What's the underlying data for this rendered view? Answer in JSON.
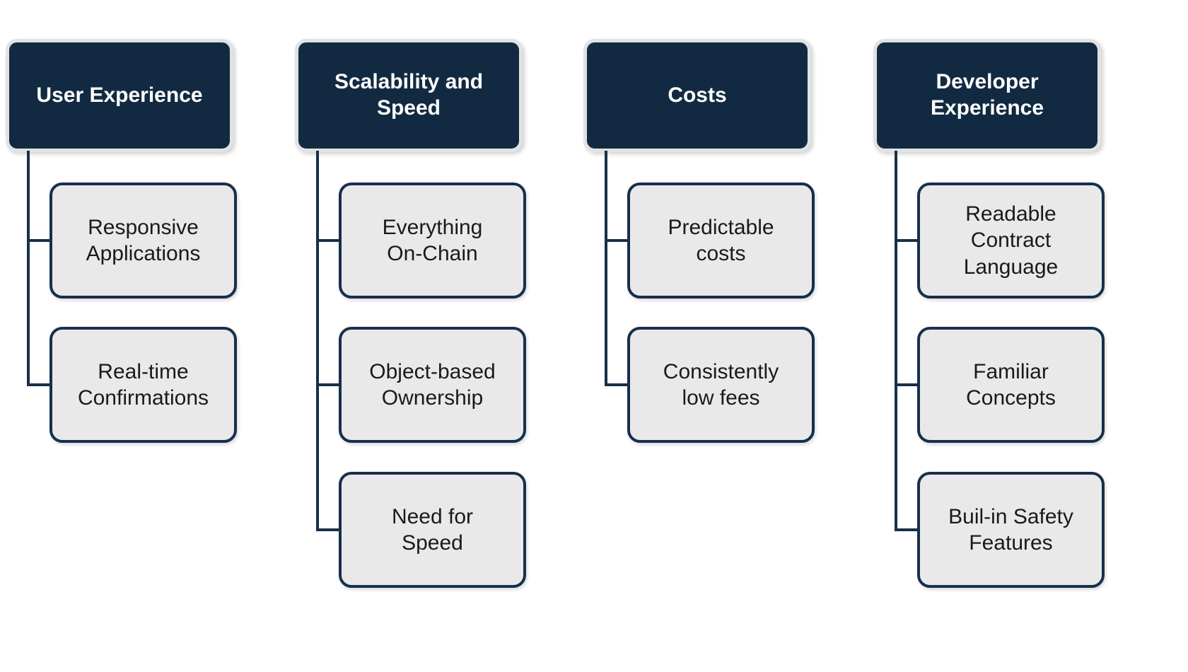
{
  "diagram": {
    "columns": [
      {
        "title": "User Experience",
        "children": [
          "Responsive\nApplications",
          "Real-time\nConfirmations"
        ]
      },
      {
        "title": "Scalability and\nSpeed",
        "children": [
          "Everything\nOn-Chain",
          "Object-based\nOwnership",
          "Need for\nSpeed"
        ]
      },
      {
        "title": "Costs",
        "children": [
          "Predictable\ncosts",
          "Consistently\nlow fees"
        ]
      },
      {
        "title": "Developer\nExperience",
        "children": [
          "Readable\nContract\nLanguage",
          "Familiar\nConcepts",
          "Buil-in Safety\nFeatures"
        ]
      }
    ],
    "colors": {
      "background": "#ffffff",
      "header_bg": "#122a41",
      "header_ring": "#e2e2e2",
      "header_text": "#ffffff",
      "child_bg": "#e9e9e9",
      "child_border": "#17304a",
      "child_text": "#1a1a1a",
      "connector": "#17304a"
    }
  }
}
